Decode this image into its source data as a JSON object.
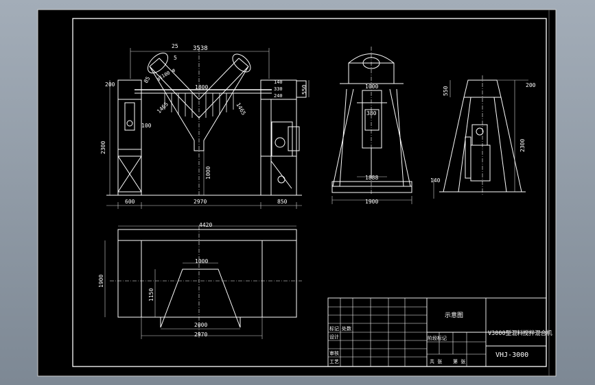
{
  "colors": {
    "background": "#8f9aa6",
    "sheet": "#000000",
    "line": "#ffffff",
    "dim_line": "#d8d8d8"
  },
  "front_view": {
    "dims": {
      "overall_width": "3538",
      "top_25": "25",
      "top_5": "5",
      "top_85": "85",
      "left_200": "200",
      "height_2300": "2300",
      "inner_100": "100",
      "diag_1465_left": "1465",
      "diag_1465_right": "1465",
      "shaft_1800": "1800",
      "discharge_1000": "1000",
      "right_140": "140",
      "right_330": "330",
      "right_240": "240",
      "right_550": "550",
      "bottom_600": "600",
      "bottom_2970": "2970",
      "bottom_850": "850",
      "arc_label": "φ1100 φ"
    }
  },
  "side_view": {
    "dims": {
      "top_1000": "1000",
      "mid_380": "380",
      "lower_1888": "1888",
      "base_1900": "1900"
    }
  },
  "end_view": {
    "dims": {
      "top_550": "550",
      "right_200": "200",
      "height_2300": "2300",
      "bottom_140": "140"
    }
  },
  "plan_view": {
    "dims": {
      "overall_4420": "4420",
      "left_1900": "1900",
      "top_1000": "1000",
      "height_1150": "1150",
      "bottom_2000": "2000",
      "bottom_2970": "2970"
    }
  },
  "title_block": {
    "drawing_type": "示意图",
    "product_name": "V3000型混料搅拌混合机",
    "drawing_number": "VHJ-3000",
    "labels": {
      "biaoji": "标记",
      "sheji": "设计",
      "shenhe": "审核",
      "gongyi": "工艺",
      "chulie": "处数",
      "jieduan": "阶段标记",
      "zhang": "共 张",
      "di": "第 张"
    }
  }
}
